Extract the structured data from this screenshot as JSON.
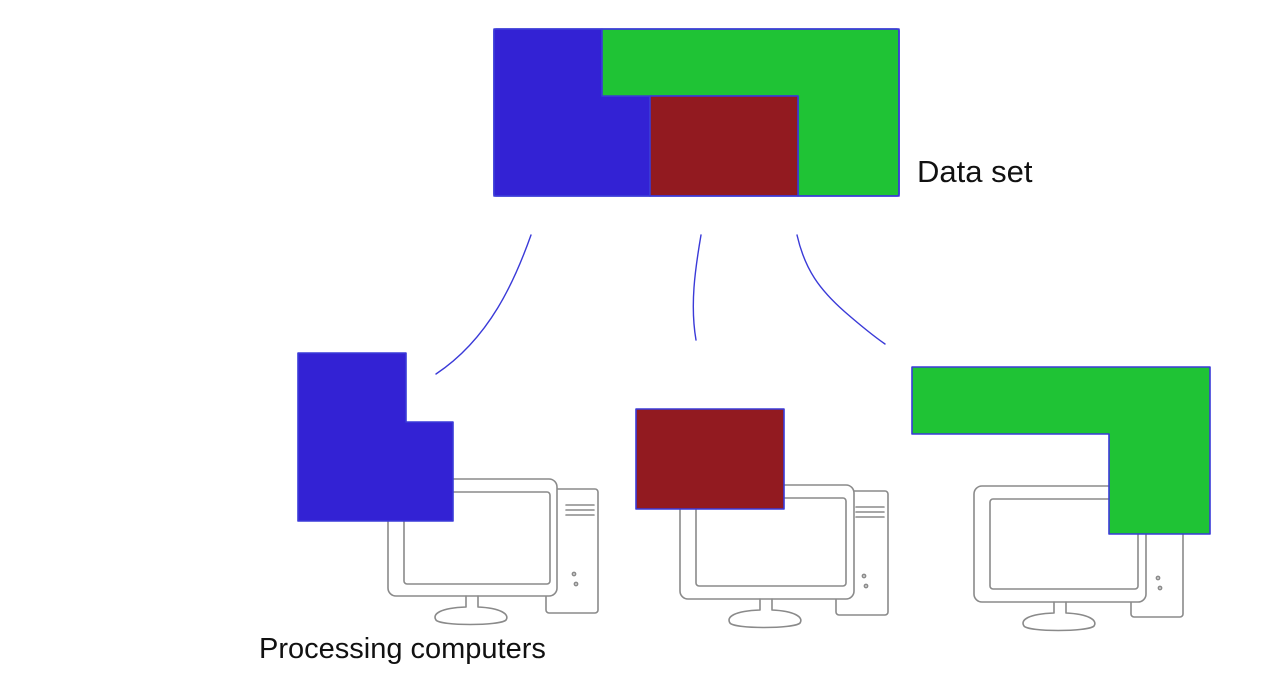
{
  "labels": {
    "dataset": "Data set",
    "computers": "Processing computers"
  },
  "colors": {
    "part_a": "#3322d4",
    "part_b": "#921a20",
    "part_c": "#1fc335",
    "outline": "#3a3ad8",
    "connector": "#3a3ad8",
    "computer_line": "#8a8a8a"
  },
  "parts": [
    {
      "id": "part-a",
      "color_name": "blue",
      "assigned_computer": 1
    },
    {
      "id": "part-b",
      "color_name": "dark-red",
      "assigned_computer": 2
    },
    {
      "id": "part-c",
      "color_name": "green",
      "assigned_computer": 3
    }
  ],
  "computer_icon": "desktop-computer-icon"
}
